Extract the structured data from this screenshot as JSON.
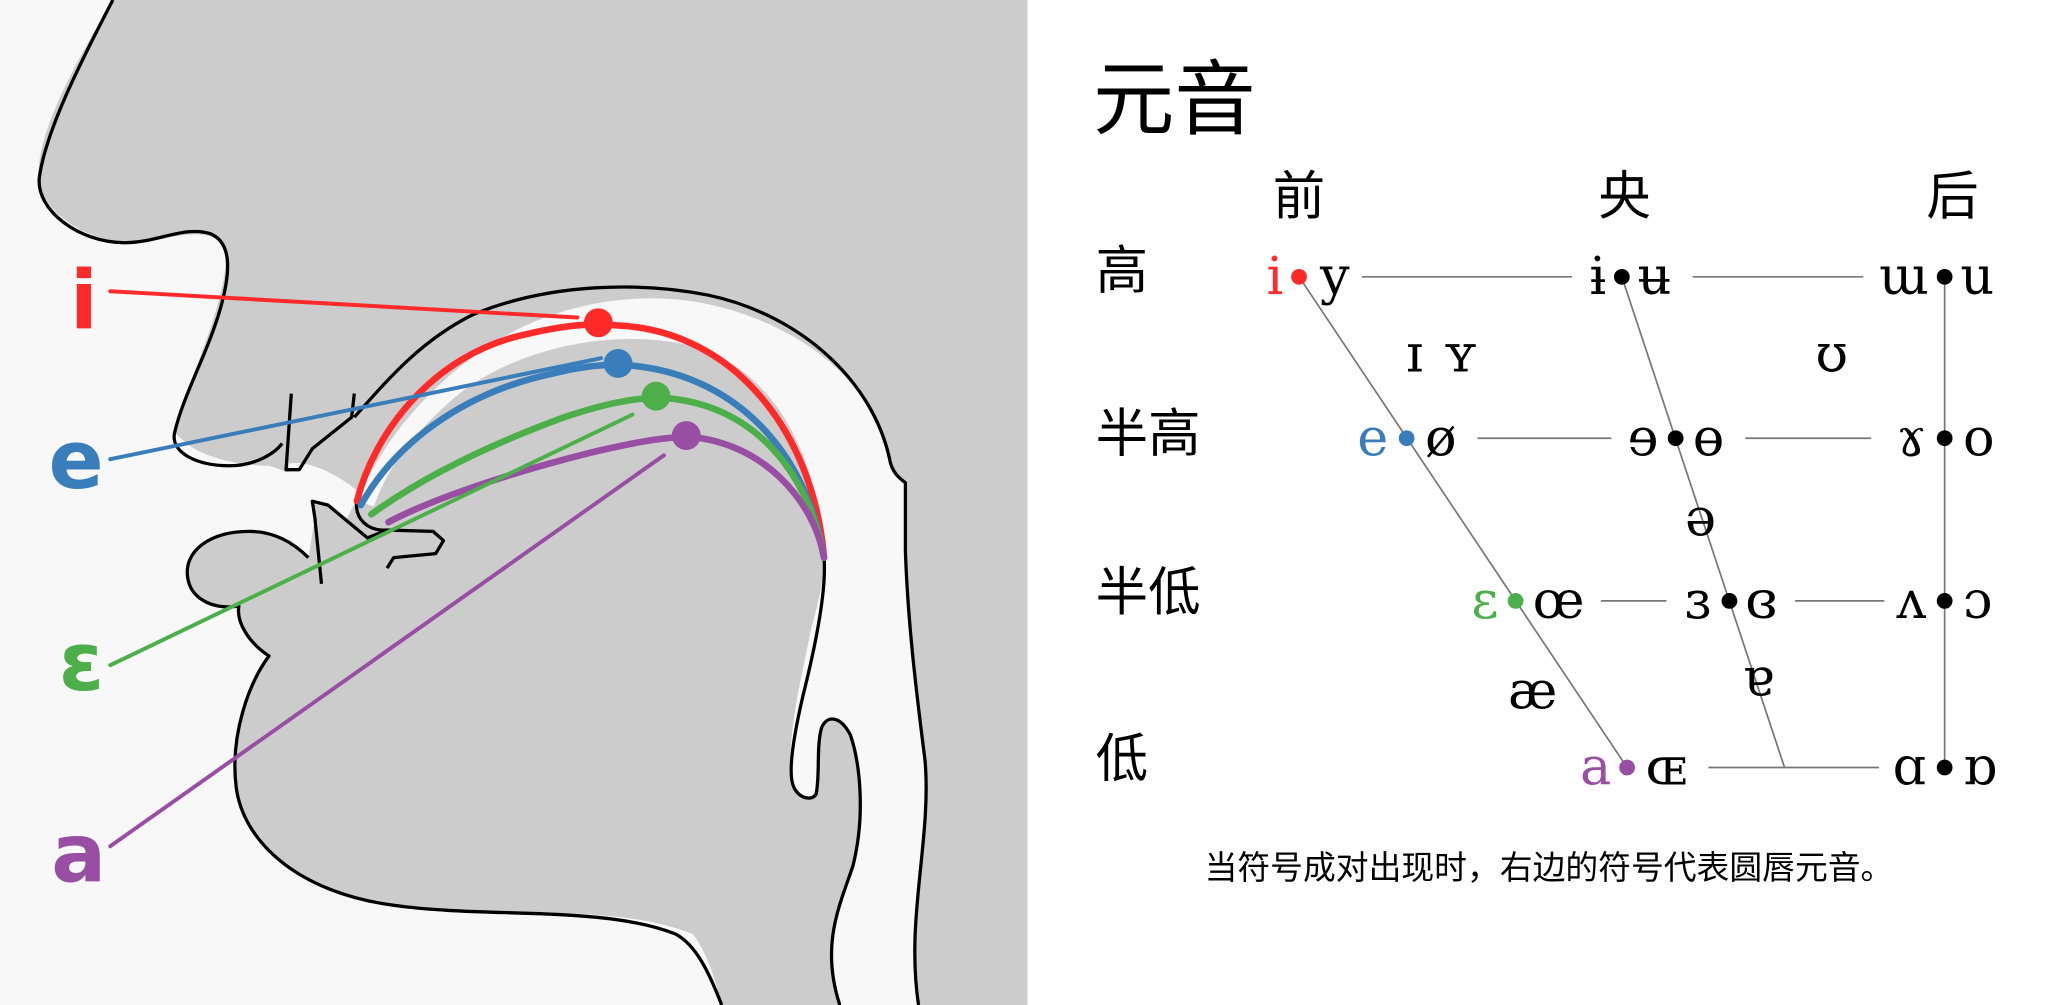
{
  "colors": {
    "i": "#ff2a2a",
    "e": "#3a7dbb",
    "epsilon": "#4daf4a",
    "a": "#984ea3",
    "head_fill": "#cccccc",
    "mouth_fill": "#f8f8f8",
    "outline": "#000000",
    "chart_line": "#777777"
  },
  "illustration": {
    "labels": {
      "i": "i",
      "e": "e",
      "epsilon": "ɛ",
      "a": "a"
    }
  },
  "vowel_chart": {
    "title": "元音",
    "columns": {
      "front": "前",
      "central": "央",
      "back": "后"
    },
    "rows": {
      "close": "高",
      "close_mid": "半高",
      "open_mid": "半低",
      "open": "低"
    },
    "close": {
      "front_unrounded": "i",
      "front_rounded": "y",
      "central_unrounded": "ɨ",
      "central_rounded": "ʉ",
      "back_unrounded": "ɯ",
      "back_rounded": "u"
    },
    "near_close": {
      "front_unrounded": "ɪ",
      "front_rounded": "ʏ",
      "back_rounded": "ʊ"
    },
    "close_mid": {
      "front_unrounded": "e",
      "front_rounded": "ø",
      "central_unrounded": "ɘ",
      "central_rounded": "ɵ",
      "back_unrounded": "ɤ",
      "back_rounded": "o"
    },
    "mid": {
      "central": "ə"
    },
    "open_mid": {
      "front_unrounded": "ɛ",
      "front_rounded": "œ",
      "central_unrounded": "ɜ",
      "central_rounded": "ɞ",
      "back_unrounded": "ʌ",
      "back_rounded": "ɔ"
    },
    "near_open": {
      "front": "æ",
      "central": "ɐ"
    },
    "open": {
      "front_unrounded": "a",
      "front_rounded": "ɶ",
      "back_unrounded": "ɑ",
      "back_rounded": "ɒ"
    },
    "footnote": "当符号成对出现时，右边的符号代表圆唇元音。"
  }
}
